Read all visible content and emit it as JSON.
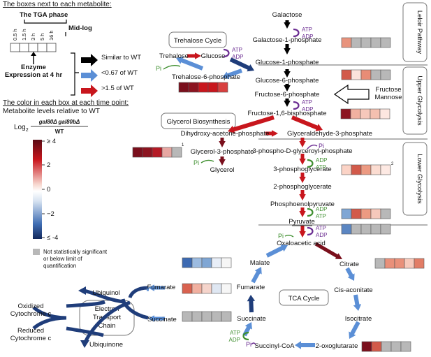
{
  "legend": {
    "boxes_title": "The boxes next to each metabolite:",
    "tga_phase": "The TGA phase",
    "mid_log": "Mid-log",
    "timepoints": [
      "0.5 h",
      "1.5 h",
      "3 h",
      "5 h",
      "16 h"
    ],
    "enzyme_expr": "Enzyme\nExpression at 4 hr",
    "arrow_legend": [
      {
        "color": "#000000",
        "label": "Similar to WT"
      },
      {
        "color": "#5b8fd6",
        "label": "<0.67 of WT"
      },
      {
        "color": "#c8161d",
        "label": ">1.5 of WT"
      }
    ],
    "color_title": "The color in each box at each time point:",
    "color_subtitle": "Metabolite levels relative to WT",
    "log_label": "Log",
    "log_sub": "2",
    "fraction_num": "gal80Δ gal80bΔ",
    "fraction_den": "WT",
    "scale_ticks": [
      "≥ 4",
      "2",
      "0",
      "−2",
      "≤ -4"
    ],
    "na_text": "Not statistically significant\nor below limit of\nquantification"
  },
  "colors": {
    "dark_red": "#7a0f1c",
    "red": "#c8161d",
    "blue_arrow": "#5b8fd6",
    "dark_blue": "#1f3d7a",
    "purple": "#6a2c91",
    "green": "#3f8f2f",
    "na_gray": "#b8b8b8"
  },
  "sections": {
    "leloir": "Leloir Pathway",
    "upper": "Upper Glycolysis",
    "lower": "Lower Glycolysis",
    "trehalose": "Trehalose Cycle",
    "glycerol": "Glycerol Biosynthesis",
    "tca": "TCA Cycle",
    "etc": "Electron\nTransport\nChain"
  },
  "metabolites": {
    "galactose": "Galactose",
    "gal1p": "Galactose-1-phosphate",
    "glc1p": "Glucose-1-phosphate",
    "trehalose": "Trehalose",
    "glucose": "Glucose",
    "t6p": "Trehalose-6-phosphate",
    "g6p": "Glucose-6-phosphate",
    "f6p": "Fructose-6-phosphate",
    "fructose_mannose": "Fructose\nMannose",
    "fbp": "Fructose-1,6-bisphosphate",
    "dhap": "Dihydroxy-acetone-phosphate",
    "gap": "Glyceraldehyde-3-phosphate",
    "g3p": "Glycerol-3-phosphate",
    "glycerol": "Glycerol",
    "bpg": "3-phospho-D-glyceroyl-phosphate",
    "pg3": "3-phosphoglycerate",
    "pg2": "2-phosphoglycerate",
    "pep": "Phosphoenolpyruvate",
    "pyruvate": "Pyruvate",
    "oaa": "Oxaloacetic acid",
    "citrate": "Citrate",
    "cisacon": "Cis-aconitate",
    "isocitrate": "Isocitrate",
    "oxoglut": "2-oxoglutarate",
    "succoa": "Succinyl-CoA",
    "succinate": "Succinate",
    "fumarate": "Fumarate",
    "malate": "Malate",
    "ubiquinol": "Ubiquinol",
    "ubiquinone": "Ubiquinone",
    "oxcytc": "Oxidized\nCytochrome c",
    "redcytc": "Reduced\nCytochrome c",
    "fumarate_etc": "Fumarate",
    "succinate_etc": "Succinate"
  },
  "cofactors": {
    "atp": "ATP",
    "adp": "ADP",
    "pi": "Pi"
  },
  "footnotes": {
    "glycerol_note": "1",
    "pg3_note": "2"
  },
  "heatmaps": {
    "gal1p": [
      "#e8937d",
      "#b8b8b8",
      "#b8b8b8",
      "#b8b8b8",
      "#b8b8b8"
    ],
    "t6p": [
      "#7a0f1c",
      "#8c1420",
      "#c8161d",
      "#c8161d",
      "#d8403f"
    ],
    "g6p": [
      "#d25a4a",
      "#fbe3dc",
      "#e88c76",
      "#b8b8b8",
      "#b8b8b8"
    ],
    "fbp": [
      "#8c1420",
      "#f1b0a0",
      "#f6c8bb",
      "#f4c0b0",
      "#fde7e0"
    ],
    "glycerol": [
      "#7a0f1c",
      "#8c1420",
      "#b51b26",
      "#e7a7a2",
      "#b8b8b8"
    ],
    "pg3": [
      "#fbd3c6",
      "#d25a4a",
      "#ec9a82",
      "#fbdcd1",
      "#fde9e3"
    ],
    "pep": [
      "#7fa6d4",
      "#d25a4a",
      "#ec9a82",
      "#f6c8bb",
      "#b8b8b8"
    ],
    "pyruvate": [
      "#5b86c2",
      "#b8b8b8",
      "#b8b8b8",
      "#b8b8b8",
      "#b8b8b8"
    ],
    "citrate": [
      "#b8b8b8",
      "#e9907a",
      "#e9907a",
      "#f7c9bb",
      "#e27d66"
    ],
    "malate": [
      "#3d6ab2",
      "#9cbbe0",
      "#7fa6d4",
      "#e8eef7",
      "#f6f6f6"
    ],
    "fumarate": [
      "#d9624f",
      "#f1b0a0",
      "#f5d4cb",
      "#dfe7f2",
      "#f6f6f6"
    ],
    "succinate": [
      "#b8b8b8",
      "#b8b8b8",
      "#b8b8b8",
      "#b8b8b8",
      "#b8b8b8"
    ],
    "oxoglut": [
      "#7a0f1c",
      "#d25a4a",
      "#b8b8b8",
      "#b8b8b8",
      "#b8b8b8"
    ]
  }
}
